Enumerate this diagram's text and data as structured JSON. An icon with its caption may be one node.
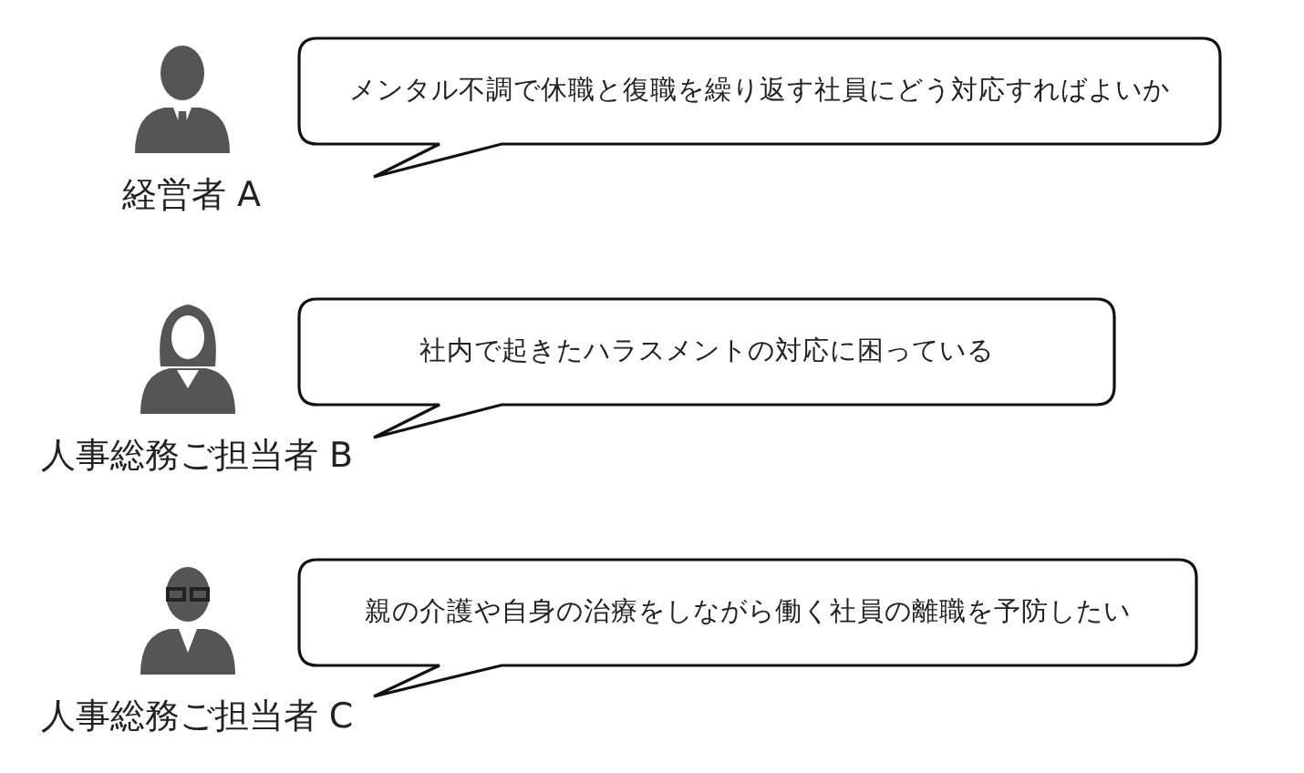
{
  "diagram": {
    "nodes": [
      {
        "text": [
          "経営者 A"
        ]
      },
      {
        "text": [
          "メンタル不調で休職と復職を繰り返す社員にどう対応すればよいか"
        ]
      },
      {
        "text": [
          "人事総務ご担当者 B"
        ]
      },
      {
        "text": [
          "社内で起きたハラスメントの対応に困っている"
        ]
      },
      {
        "text": [
          "人事総務ご担当者 C"
        ]
      },
      {
        "text": [
          "親の介護や自身の治療をしながら働く社員の離職を予防したい"
        ]
      }
    ]
  }
}
